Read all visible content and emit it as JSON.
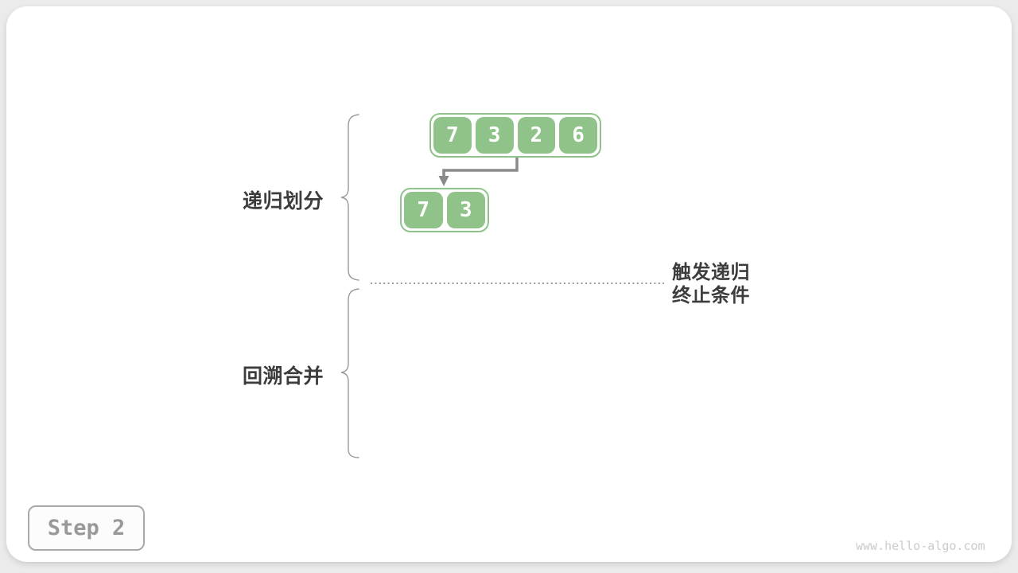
{
  "page": {
    "step_label": "Step 2",
    "watermark": "www.hello-algo.com"
  },
  "colors": {
    "box_green": "#8FC38A",
    "arrow_gray": "#8A8A8A",
    "brace_gray": "#999999",
    "dotted_line_gray": "#9A9A9A",
    "label_dark": "#3C3C3C",
    "step_gray": "#999999"
  },
  "diagram": {
    "phase_labels": [
      {
        "label": "递归划分"
      },
      {
        "label": "回溯合并"
      }
    ],
    "annotation": {
      "line1": "触发递归",
      "line2": "终止条件"
    },
    "arrays": [
      {
        "name": "level1-array",
        "values": [
          7,
          3,
          2,
          6
        ]
      },
      {
        "name": "level2-left-array",
        "values": [
          7,
          3
        ]
      }
    ]
  }
}
